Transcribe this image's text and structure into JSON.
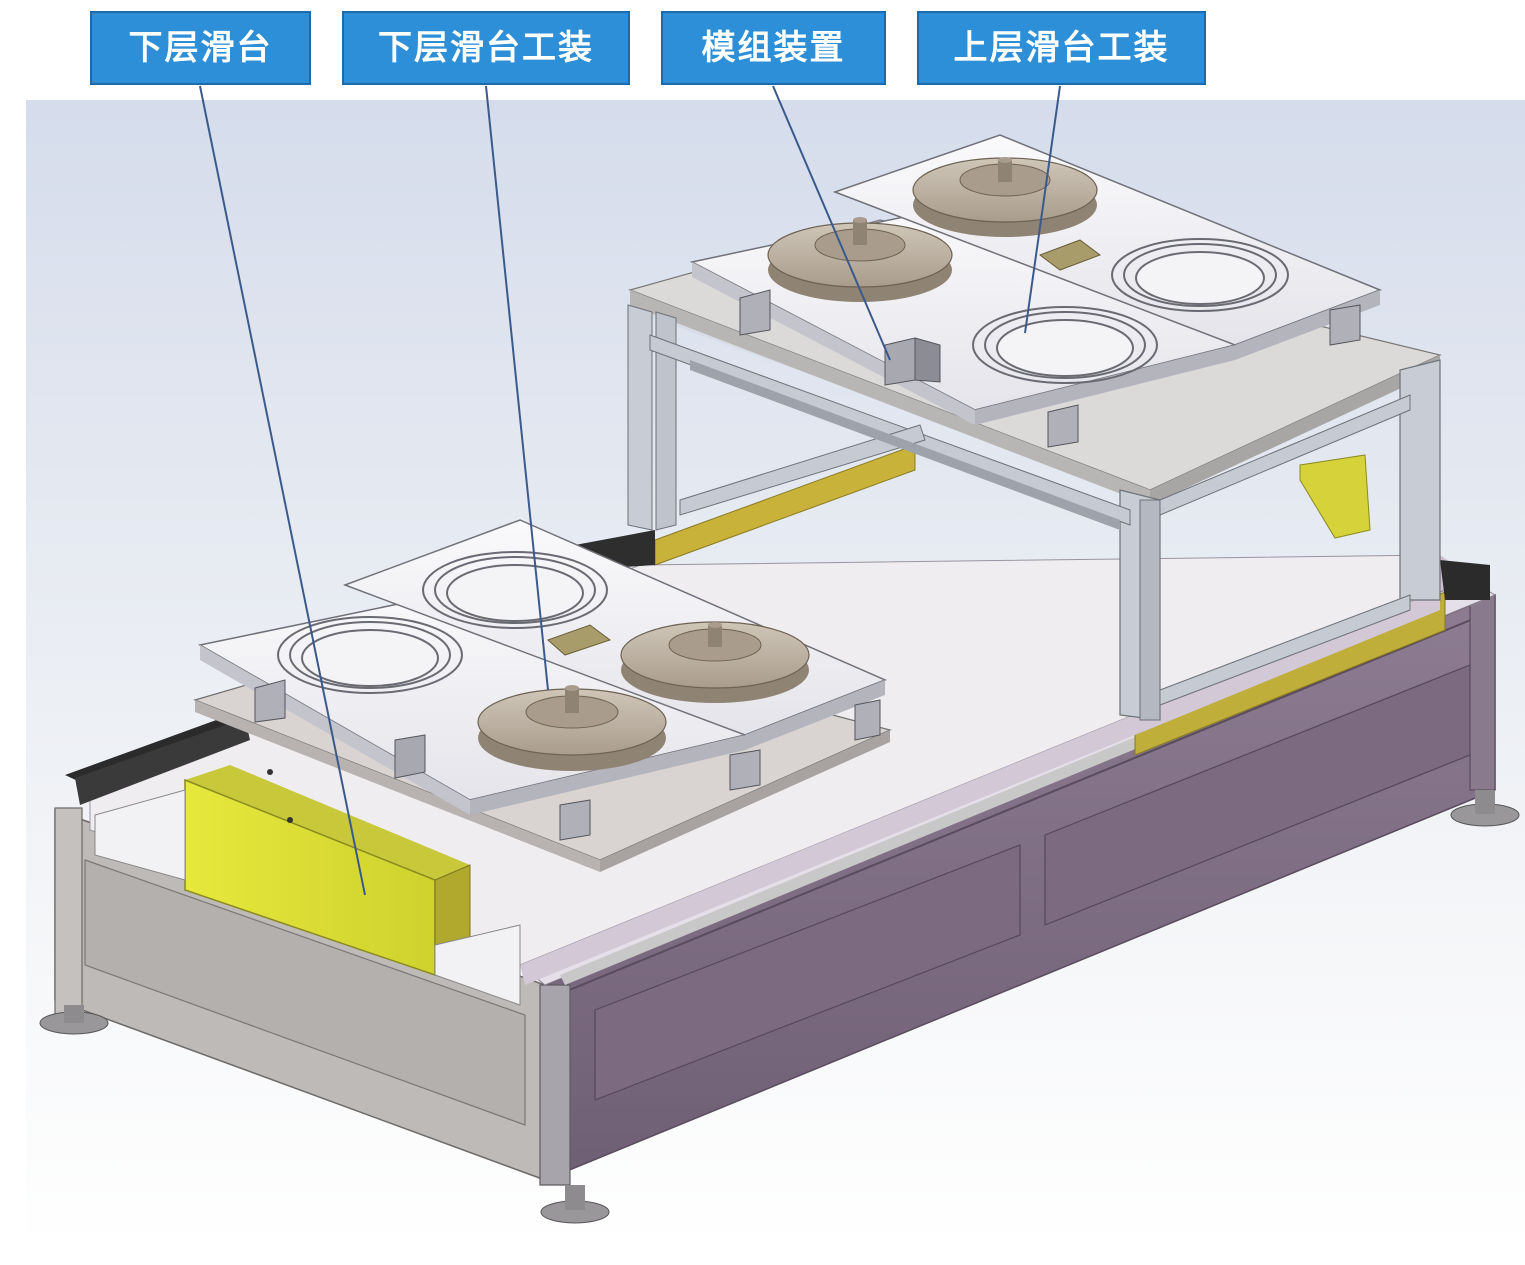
{
  "callouts": [
    {
      "label": "下层滑台"
    },
    {
      "label": "下层滑台工装"
    },
    {
      "label": "模组装置"
    },
    {
      "label": "上层滑台工装"
    }
  ],
  "colors": {
    "callout_fill": "#2d8fd7",
    "callout_text": "#ffffff",
    "leader_line": "#3a5a8c",
    "frame_purple": "#857389",
    "frame_grey": "#bdbab8",
    "cover_yellow": "#e0e23a",
    "plate_white": "#f4f4f7",
    "disk_tan": "#b9ad9e"
  }
}
